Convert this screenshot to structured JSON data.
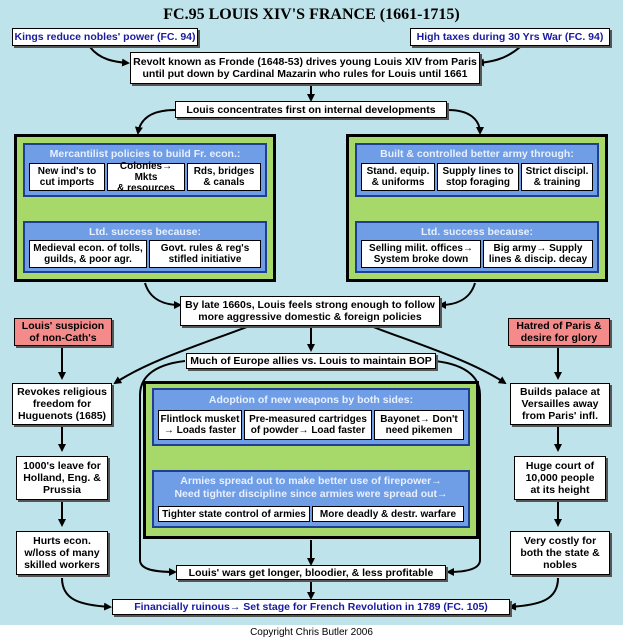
{
  "title": "FC.95 LOUIS XIV'S FRANCE (1661-1715)",
  "top_left": "Kings reduce nobles' power (FC. 94)",
  "top_right": "High taxes during 30 Yrs War  (FC. 94)",
  "fronde": [
    "Revolt known as Fronde (1648-53) drives young Louis XIV from Paris",
    "until put down by Cardinal Mazarin who rules for Louis until 1661"
  ],
  "internal": "Louis concentrates first on internal developments",
  "merc": {
    "head": "Mercantilist policies to build Fr. econ.:",
    "cells": [
      [
        "New ind's to",
        "cut imports"
      ],
      [
        "Colonies→ Mkts",
        "& resources"
      ],
      [
        "Rds, bridges",
        "& canals"
      ]
    ],
    "ltd": "Ltd. success because:",
    "ltd_cells": [
      [
        "Medieval econ. of tolls,",
        "guilds, & poor agr."
      ],
      [
        "Govt. rules & reg's",
        "stifled initiative"
      ]
    ]
  },
  "army": {
    "head": "Built & controlled better army through:",
    "cells": [
      [
        "Stand. equip.",
        "& uniforms"
      ],
      [
        "Supply lines to",
        "stop foraging"
      ],
      [
        "Strict discipl.",
        "& training"
      ]
    ],
    "ltd": "Ltd. success because:",
    "ltd_cells": [
      [
        "Selling milit. offices→",
        "System broke down"
      ],
      [
        "Big army→ Supply",
        "lines & discip. decay"
      ]
    ]
  },
  "strong": [
    "By late 1660s, Louis feels strong enough to follow",
    "more aggressive domestic & foreign policies"
  ],
  "suspicion": [
    "Louis' suspicion",
    "of non-Cath's"
  ],
  "hatred": [
    "Hatred of Paris &",
    "desire for glory"
  ],
  "allies": "Much of Europe allies vs. Louis to maintain BOP",
  "left_chain": [
    [
      "Revokes religious",
      "freedom for",
      "Huguenots (1685)"
    ],
    [
      "1000's leave for",
      "Holland, Eng. &",
      "Prussia"
    ],
    [
      "Hurts econ.",
      "w/loss of many",
      "skilled workers"
    ]
  ],
  "right_chain": [
    [
      "Builds palace at",
      "Versailles away",
      "from Paris' infl."
    ],
    [
      "Huge court of",
      "10,000 people",
      "at its height"
    ],
    [
      "Very costly for",
      "both the state &",
      "nobles"
    ]
  ],
  "weapons": {
    "head": "Adoption of new weapons by both sides:",
    "cells": [
      [
        "Flintlock musket",
        "→ Loads faster"
      ],
      [
        "Pre-measured cartridges",
        "of powder→ Load faster"
      ],
      [
        "Bayonet→ Don't",
        "need pikemen"
      ]
    ],
    "spread": [
      "Armies spread out to make better use of firepower→",
      "Need tighter discipline since armies were spread out→"
    ],
    "spread_cells": [
      "Tighter state control of armies",
      "More deadly & destr. warfare"
    ]
  },
  "wars": "Louis' wars get longer, bloodier, & less profitable",
  "ruinous": "Financially ruinous→  Set stage for French Revolution in 1789 (FC. 105)",
  "copyright": "Copyright Chris Butler 2006"
}
